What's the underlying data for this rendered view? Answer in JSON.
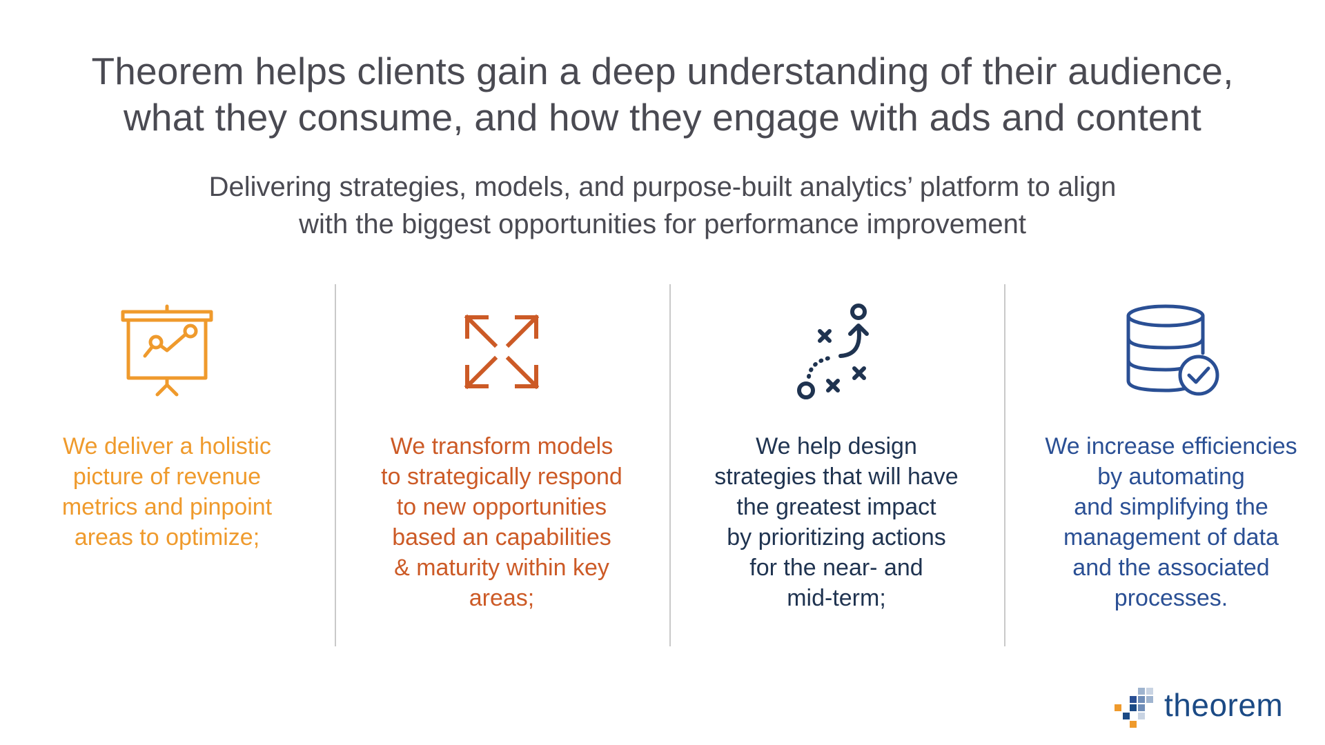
{
  "headline": {
    "line1": "Theorem helps clients gain a deep understanding of their audience,",
    "line2": "what they consume, and how they engage with ads and content"
  },
  "subhead": {
    "line1": "Delivering strategies, models, and purpose-built analytics’ platform to align",
    "line2": "with the biggest opportunities for performance improvement"
  },
  "columns": [
    {
      "icon": "presentation-chart-icon",
      "color": "#ef9a2c",
      "lines": [
        "We deliver a holistic",
        "picture of revenue",
        "metrics and pinpoint",
        "areas to optimize;"
      ]
    },
    {
      "icon": "expand-arrows-icon",
      "color": "#cc5a26",
      "lines": [
        "We transform models",
        "to strategically respond",
        "to new opportunities",
        "based an capabilities",
        "& maturity within key",
        "areas;"
      ]
    },
    {
      "icon": "strategy-play-icon",
      "color": "#1f3350",
      "lines": [
        "We help design",
        "strategies that will have",
        "the greatest impact",
        "by prioritizing actions",
        "for the near- and",
        "mid-term;"
      ]
    },
    {
      "icon": "database-check-icon",
      "color": "#2a4f94",
      "lines": [
        "We increase efficiencies",
        "by automating",
        "and simplifying the",
        "management of data",
        "and the associated",
        "processes."
      ]
    }
  ],
  "logo": {
    "text": "theorem",
    "color": "#1b4a85",
    "accent": "#ef9a2c"
  }
}
